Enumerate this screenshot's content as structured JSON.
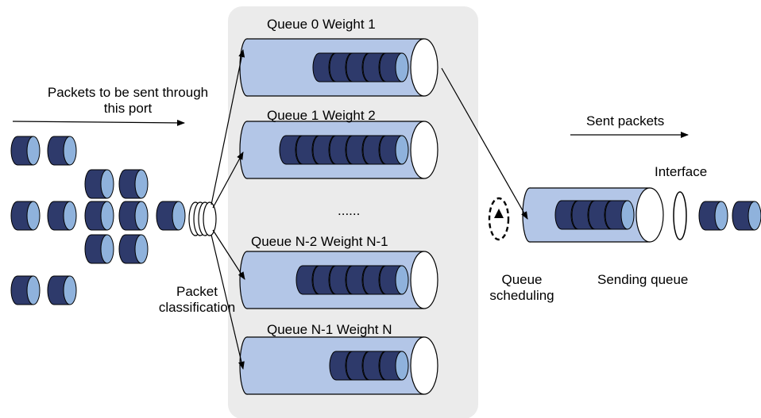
{
  "incoming": {
    "label_line1": "Packets to be sent through",
    "label_line2": "this port"
  },
  "classification": {
    "label_line1": "Packet",
    "label_line2": "classification"
  },
  "queues": [
    {
      "name": "Queue 0 Weight 1",
      "packets": 5
    },
    {
      "name": "Queue 1 Weight 2",
      "packets": 7
    },
    {
      "name": "Queue N-2 Weight N-1",
      "packets": 6
    },
    {
      "name": "Queue N-1 Weight N",
      "packets": 4
    }
  ],
  "ellipsis": "......",
  "scheduling": {
    "label_line1": "Queue",
    "label_line2": "scheduling"
  },
  "sending_queue": {
    "label": "Sending queue",
    "packets": 4
  },
  "sent": {
    "label": "Sent packets"
  },
  "interface": {
    "label": "Interface"
  },
  "colors": {
    "queue_body": "#b3c6e7",
    "packet_dark": "#2e3a6b",
    "packet_light": "#8fb2dc",
    "panel": "#ebebeb",
    "outline": "#000000"
  }
}
